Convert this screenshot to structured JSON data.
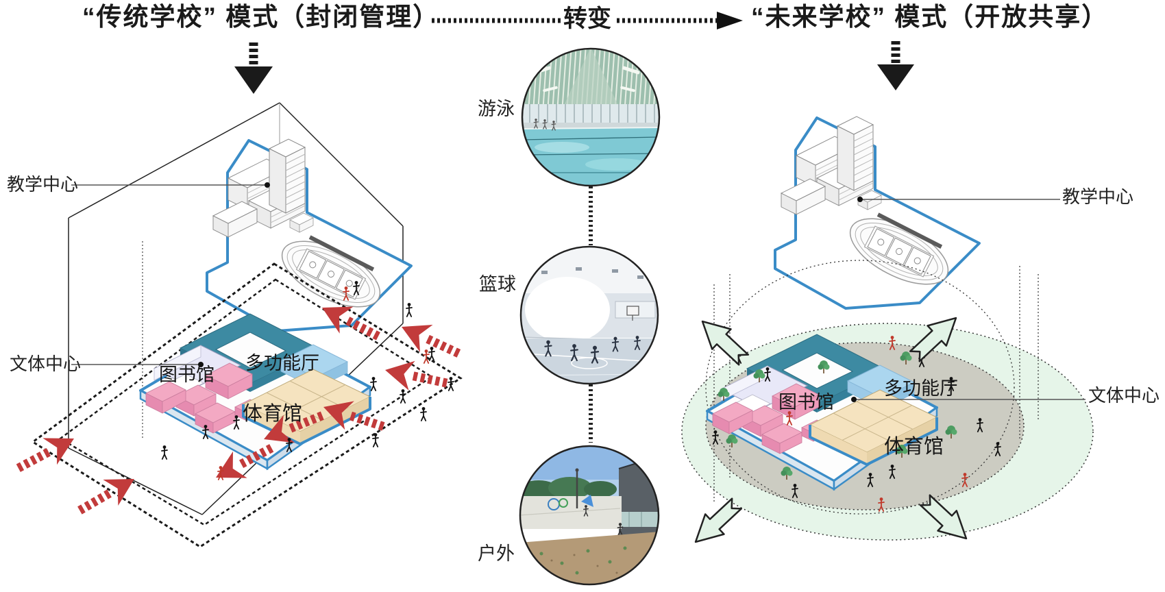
{
  "header": {
    "left_title": "“传统学校” 模式（封闭管理）",
    "transition_label": "转变",
    "right_title": "“未来学校” 模式（开放共享）"
  },
  "left_diagram": {
    "mode": "closed-management",
    "labels": {
      "teaching_center": "教学中心",
      "culture_sports_center": "文体中心",
      "library": "图书馆",
      "multifunction_hall": "多功能厅",
      "gymnasium": "体育馆"
    }
  },
  "right_diagram": {
    "mode": "open-sharing",
    "labels": {
      "teaching_center": "教学中心",
      "culture_sports_center": "文体中心",
      "library": "图书馆",
      "multifunction_hall": "多功能厅",
      "gymnasium": "体育馆"
    }
  },
  "shared_facilities": {
    "items": [
      {
        "label": "游泳"
      },
      {
        "label": "篮球"
      },
      {
        "label": "户外"
      }
    ]
  },
  "icons": {
    "down_arrow": "solid-down-arrow-with-dashed-stem",
    "transition_arrow": "dotted-right-arrow",
    "inflow_arrow": "red-dashed-inflow-arrow",
    "outflow_arrow": "open-outline-outflow-arrow"
  },
  "colors": {
    "blue_outline": "#3a8cc7",
    "teal_roof": "#3d8aa2",
    "pink_block": "#f3a9c3",
    "cream_gym": "#f5e3bf",
    "light_blue_hall": "#abd6ef",
    "lavender_library": "#e8e8f8",
    "mint_zone": "#e6f5e9",
    "gray_zone": "#ccccc2",
    "red_arrow": "#c23b3b",
    "line_dark": "#1a1a1a"
  }
}
